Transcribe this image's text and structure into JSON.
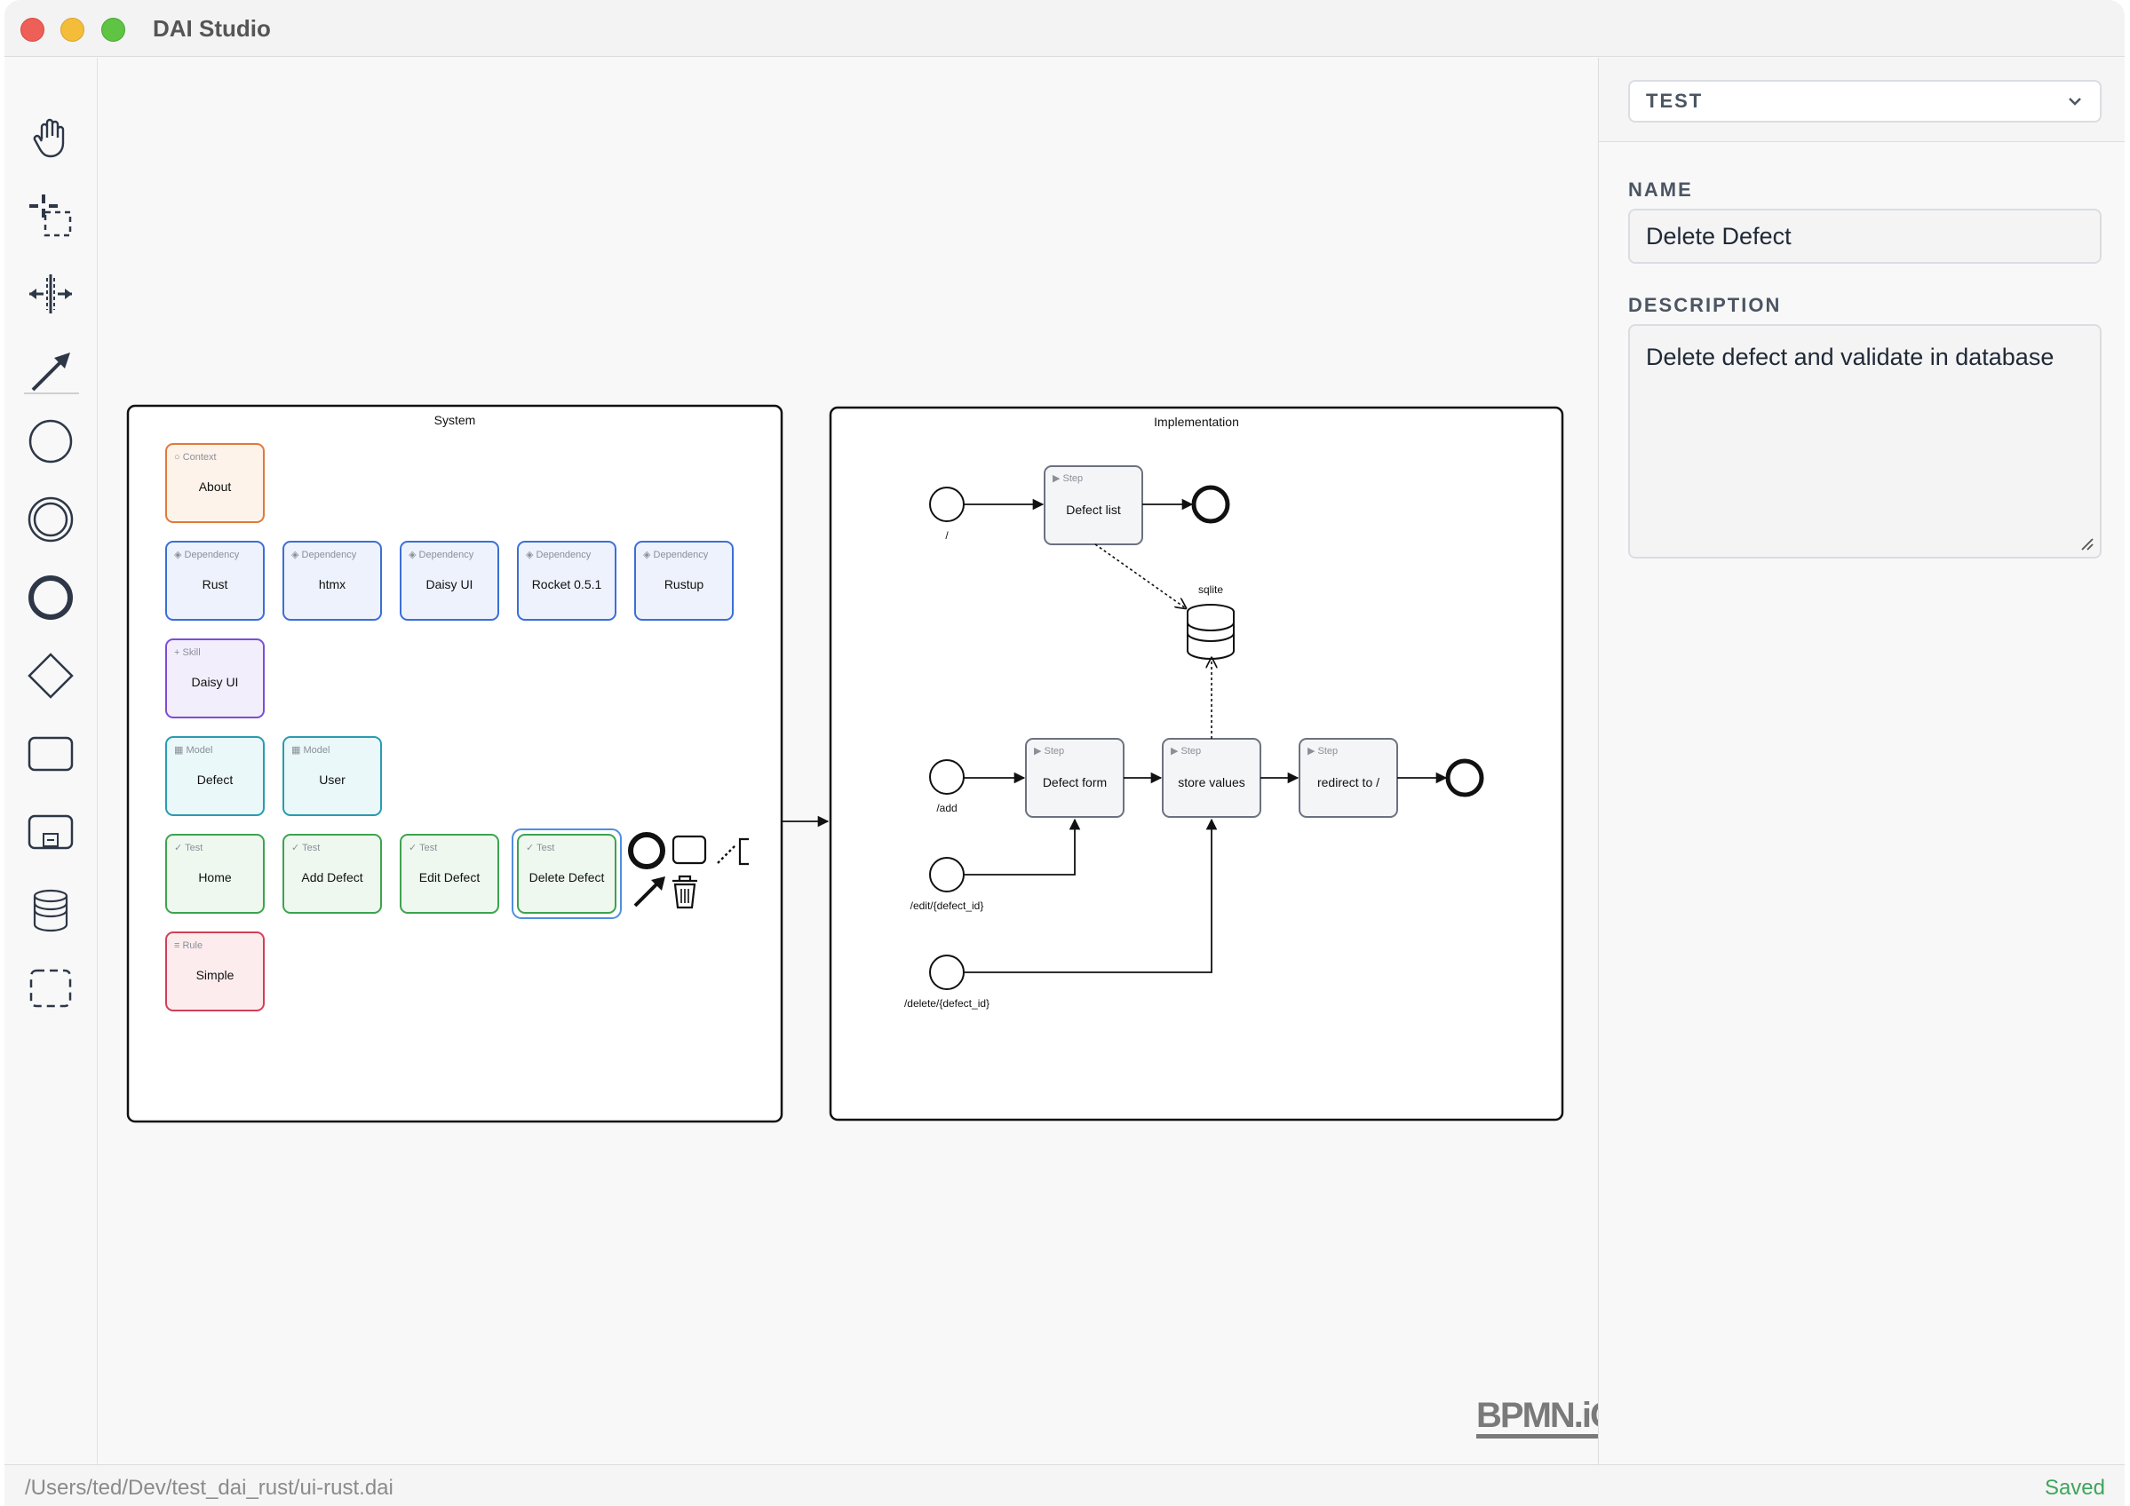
{
  "app": {
    "title": "DAI Studio"
  },
  "toolbar": {
    "tools": [
      "hand-tool",
      "lasso-tool",
      "space-tool",
      "connect-tool",
      "start-event",
      "intermediate-event",
      "end-event",
      "gateway",
      "task",
      "subprocess",
      "data-store",
      "group"
    ]
  },
  "canvas": {
    "system_pool": {
      "label": "System",
      "cards": [
        {
          "type": "Context",
          "name": "About",
          "kind": "context"
        },
        {
          "type": "Dependency",
          "name": "Rust",
          "kind": "dependency"
        },
        {
          "type": "Dependency",
          "name": "htmx",
          "kind": "dependency"
        },
        {
          "type": "Dependency",
          "name": "Daisy UI",
          "kind": "dependency"
        },
        {
          "type": "Dependency",
          "name": "Rocket 0.5.1",
          "kind": "dependency"
        },
        {
          "type": "Dependency",
          "name": "Rustup",
          "kind": "dependency"
        },
        {
          "type": "Skill",
          "name": "Daisy UI",
          "kind": "skill"
        },
        {
          "type": "Model",
          "name": "Defect",
          "kind": "model"
        },
        {
          "type": "Model",
          "name": "User",
          "kind": "model"
        },
        {
          "type": "Test",
          "name": "Home",
          "kind": "test"
        },
        {
          "type": "Test",
          "name": "Add Defect",
          "kind": "test"
        },
        {
          "type": "Test",
          "name": "Edit Defect",
          "kind": "test"
        },
        {
          "type": "Test",
          "name": "Delete Defect",
          "kind": "test-selected"
        },
        {
          "type": "Rule",
          "name": "Simple",
          "kind": "rule"
        }
      ]
    },
    "implementation_pool": {
      "label": "Implementation",
      "steps": [
        {
          "type": "Step",
          "name": "Defect list"
        },
        {
          "type": "Step",
          "name": "Defect form"
        },
        {
          "type": "Step",
          "name": "store values"
        },
        {
          "type": "Step",
          "name": "redirect to /"
        }
      ],
      "start_events": [
        "/",
        "/add",
        "/edit/{defect_id}",
        "/delete/{defect_id}"
      ],
      "data_store": "sqlite"
    },
    "watermark": "BPMN.iO"
  },
  "panel": {
    "type_select": "TEST",
    "name_label": "NAME",
    "name_value": "Delete Defect",
    "description_label": "DESCRIPTION",
    "description_value": "Delete defect and validate in database"
  },
  "status": {
    "path": "/Users/ted/Dev/test_dai_rust/ui-rust.dai",
    "state": "Saved"
  },
  "colors": {
    "context": "#e07a3a",
    "context_fill": "#fdf3ea",
    "dependency": "#3b6fd6",
    "dependency_fill": "#edf2fc",
    "skill": "#7c4dd6",
    "skill_fill": "#f3eefc",
    "model": "#2a9bb0",
    "model_fill": "#eaf8fa",
    "test": "#3ea34f",
    "test_fill": "#eef8ef",
    "rule": "#d23f57",
    "rule_fill": "#fcecee",
    "step_stroke": "#6b7280",
    "step_fill": "#f4f5f7",
    "saved": "#3fa55b"
  }
}
